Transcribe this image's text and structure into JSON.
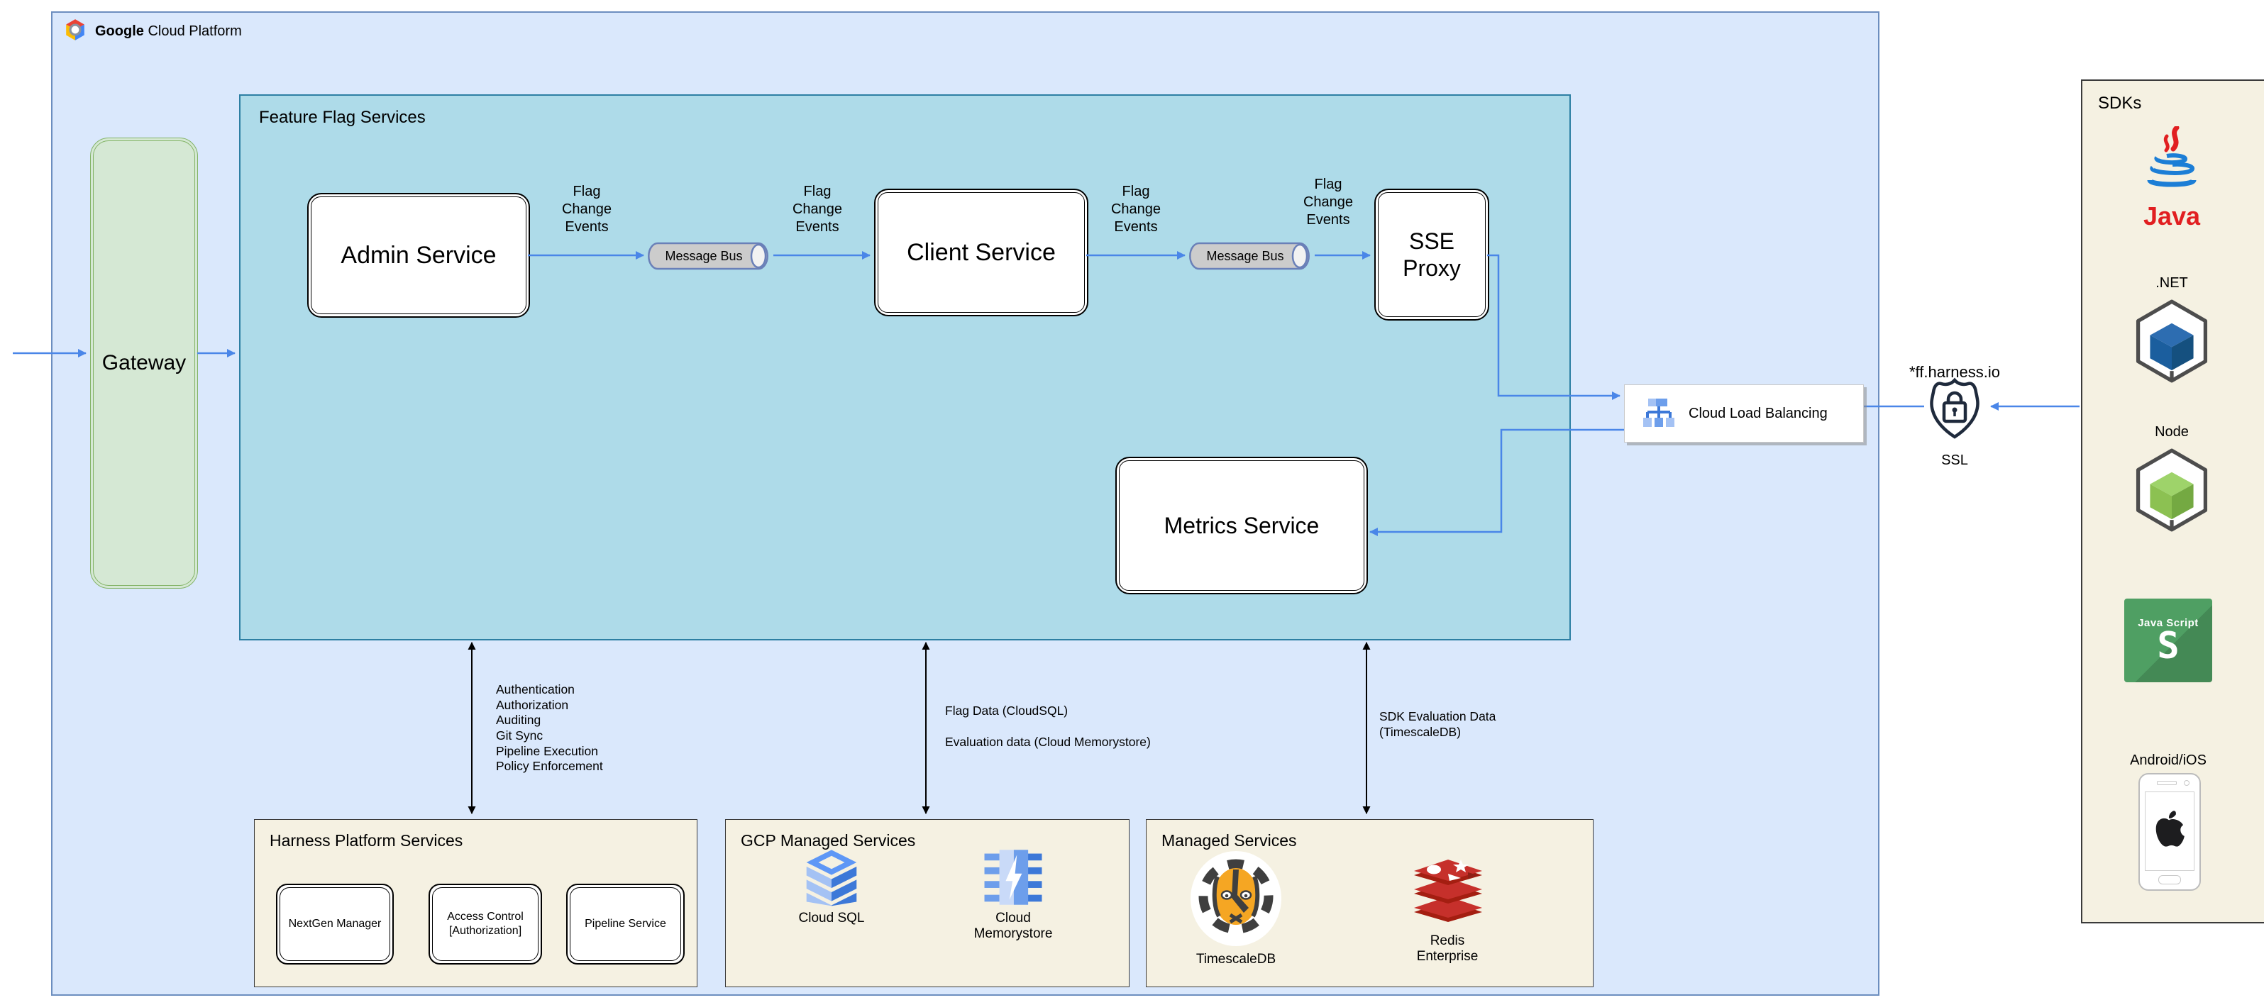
{
  "header": {
    "brand_bold": "Google",
    "brand_rest": "Cloud Platform"
  },
  "gateway": {
    "label": "Gateway"
  },
  "feature_flag_services": {
    "title": "Feature Flag Services",
    "admin": "Admin Service",
    "client": "Client Service",
    "sse": "SSE Proxy",
    "metrics": "Metrics Service",
    "message_bus_label": "Message Bus",
    "flag_change_label": "Flag Change Events"
  },
  "load_balancer": {
    "label": "Cloud Load Balancing"
  },
  "ssl": {
    "domain": "*ff.harness.io",
    "label": "SSL"
  },
  "sdks": {
    "title": "SDKs",
    "java_label": "Java",
    "dotnet_label": ".NET",
    "node_label": "Node",
    "js_title": "Java Script",
    "js_letter": "S",
    "android_label": "Android/iOS"
  },
  "harness_platform": {
    "title": "Harness Platform Services",
    "services": [
      "NextGen Manager",
      "Access Control [Authorization]",
      "Pipeline Service"
    ]
  },
  "gcp_managed": {
    "title": "GCP Managed Services",
    "services": [
      "Cloud SQL",
      "Cloud Memorystore"
    ]
  },
  "managed": {
    "title": "Managed Services",
    "services": [
      "TimescaleDB",
      "Redis Enterprise"
    ]
  },
  "annotations": {
    "platform_calls": [
      "Authentication",
      "Authorization",
      "Auditing",
      "Git Sync",
      "Pipeline Execution",
      "Policy Enforcement"
    ],
    "flag_data": "Flag Data (CloudSQL)",
    "evaluation_data": "Evaluation data (Cloud Memorystore)",
    "sdk_evaluation_data": "SDK Evaluation Data (TimescaleDB)"
  },
  "colors": {
    "arrow_blue": "#4a86e8",
    "gcp_fill": "#dae8fc",
    "gcp_border": "#6c8ebf",
    "teal_fill": "#aedbe9",
    "gateway_fill": "#d5e8d4",
    "gateway_border": "#82b366",
    "panel_cream": "#f5f1e2",
    "dotnet_blue": "#1b5e9e",
    "node_green": "#8cc152",
    "js_green": "#4f9f63",
    "redis_red": "#b32821",
    "tiger_orange": "#f5a623"
  }
}
